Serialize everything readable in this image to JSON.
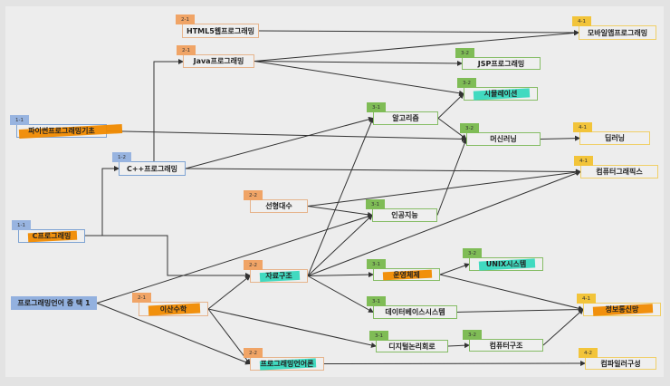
{
  "colors": {
    "highlight_orange": "#f08a00",
    "highlight_teal": "#37d8bd",
    "line": "#333333"
  },
  "nodes": [
    {
      "id": "html5",
      "tag": "2-1",
      "label": "HTML5웹프로그래밍",
      "level": 2
    },
    {
      "id": "java",
      "tag": "2-1",
      "label": "Java프로그래밍",
      "level": 2
    },
    {
      "id": "python",
      "tag": "1-1",
      "label": "파이썬프로그래밍기초",
      "level": 1,
      "highlight": "orange"
    },
    {
      "id": "cpp",
      "tag": "1-2",
      "label": "C++프로그래밍",
      "level": 1
    },
    {
      "id": "c",
      "tag": "1-1",
      "label": "C프로그래밍",
      "level": 1,
      "highlight": "orange"
    },
    {
      "id": "choose",
      "tag": "",
      "label": "프로그래밍언어 중 택 1",
      "level": 0
    },
    {
      "id": "linalg",
      "tag": "2-2",
      "label": "선형대수",
      "level": 2
    },
    {
      "id": "ds",
      "tag": "2-2",
      "label": "자료구조",
      "level": 2,
      "highlight": "teal"
    },
    {
      "id": "discrete",
      "tag": "2-1",
      "label": "이산수학",
      "level": 2,
      "highlight": "orange"
    },
    {
      "id": "pl",
      "tag": "2-2",
      "label": "프로그래밍언어론",
      "level": 2,
      "highlight": "teal"
    },
    {
      "id": "mobile",
      "tag": "4-1",
      "label": "모바일앱프로그래밍",
      "level": 4
    },
    {
      "id": "jsp",
      "tag": "3-2",
      "label": "JSP프로그래밍",
      "level": 3
    },
    {
      "id": "sim",
      "tag": "3-2",
      "label": "시뮬레이션",
      "level": 3,
      "highlight": "teal"
    },
    {
      "id": "algo",
      "tag": "3-1",
      "label": "알고리즘",
      "level": 3
    },
    {
      "id": "ml",
      "tag": "3-2",
      "label": "머신러닝",
      "level": 3
    },
    {
      "id": "dl",
      "tag": "4-1",
      "label": "딥러닝",
      "level": 4
    },
    {
      "id": "cg",
      "tag": "4-1",
      "label": "컴퓨터그래픽스",
      "level": 4
    },
    {
      "id": "ai",
      "tag": "3-1",
      "label": "인공지능",
      "level": 3
    },
    {
      "id": "os",
      "tag": "3-1",
      "label": "운영체제",
      "level": 3,
      "highlight": "orange"
    },
    {
      "id": "unix",
      "tag": "3-2",
      "label": "UNIX시스템",
      "level": 3,
      "highlight": "teal"
    },
    {
      "id": "db",
      "tag": "3-1",
      "label": "데이터베이스시스템",
      "level": 3
    },
    {
      "id": "net",
      "tag": "4-1",
      "label": "정보통신망",
      "level": 4,
      "highlight": "orange"
    },
    {
      "id": "logic",
      "tag": "3-1",
      "label": "디지털논리회로",
      "level": 3
    },
    {
      "id": "arch",
      "tag": "3-2",
      "label": "컴퓨터구조",
      "level": 3
    },
    {
      "id": "compiler",
      "tag": "4-2",
      "label": "컴파일러구성",
      "level": 4
    }
  ],
  "edges": [
    [
      "html5",
      "mobile"
    ],
    [
      "java",
      "mobile"
    ],
    [
      "java",
      "jsp"
    ],
    [
      "java",
      "sim"
    ],
    [
      "cpp",
      "java"
    ],
    [
      "python",
      "ml"
    ],
    [
      "cpp",
      "algo"
    ],
    [
      "cpp",
      "cg"
    ],
    [
      "c",
      "cpp"
    ],
    [
      "c",
      "ds"
    ],
    [
      "choose",
      "ai"
    ],
    [
      "choose",
      "pl"
    ],
    [
      "discrete",
      "ds"
    ],
    [
      "discrete",
      "pl"
    ],
    [
      "discrete",
      "logic"
    ],
    [
      "linalg",
      "ai"
    ],
    [
      "linalg",
      "cg"
    ],
    [
      "ds",
      "algo"
    ],
    [
      "ds",
      "ai"
    ],
    [
      "ds",
      "os"
    ],
    [
      "ds",
      "db"
    ],
    [
      "ds",
      "cg"
    ],
    [
      "ai",
      "ml"
    ],
    [
      "algo",
      "sim"
    ],
    [
      "algo",
      "ml"
    ],
    [
      "ml",
      "dl"
    ],
    [
      "os",
      "unix"
    ],
    [
      "os",
      "net"
    ],
    [
      "db",
      "net"
    ],
    [
      "logic",
      "arch"
    ],
    [
      "arch",
      "net"
    ],
    [
      "pl",
      "compiler"
    ]
  ]
}
